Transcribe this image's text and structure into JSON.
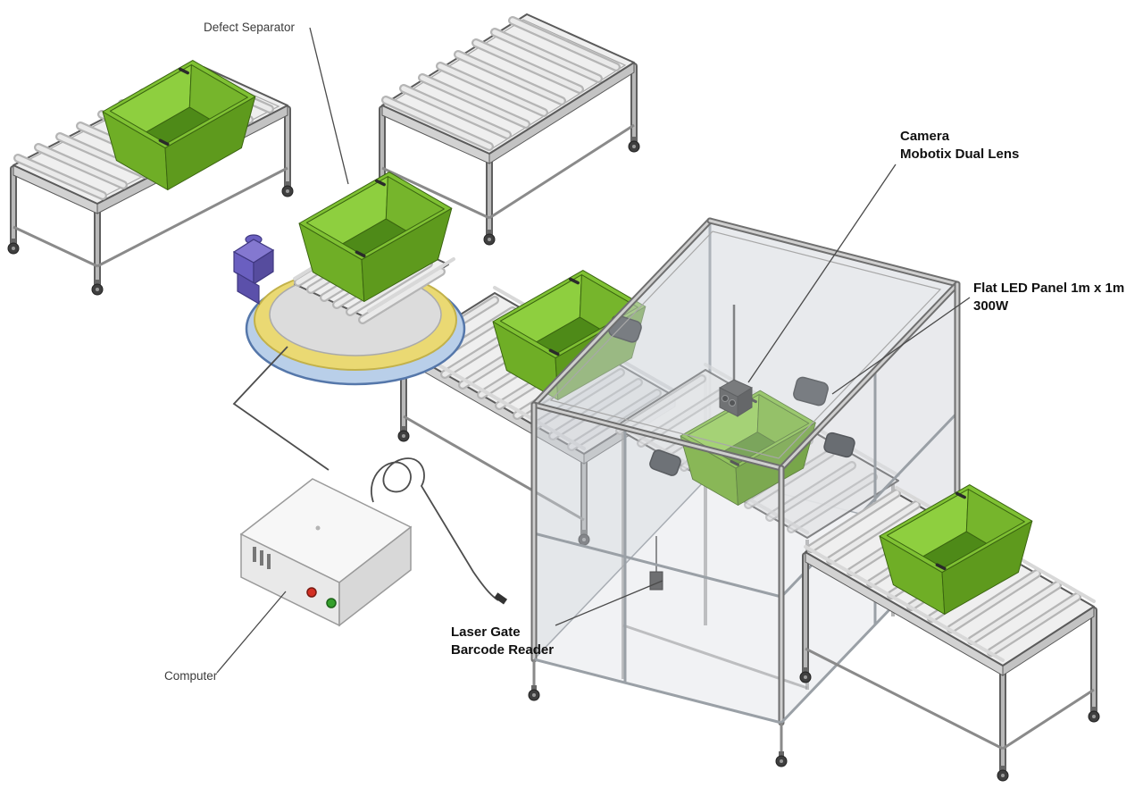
{
  "diagram": {
    "labels": {
      "defect_separator": "Defect Separator",
      "camera_line1": "Camera",
      "camera_line2": "Mobotix Dual Lens",
      "led_panel_line1": "Flat LED Panel 1m x 1m",
      "led_panel_line2": "300W",
      "laser_gate_line1": "Laser Gate",
      "laser_gate_line2": "Barcode Reader",
      "computer": "Computer"
    },
    "colors": {
      "bin_green": "#6fae26",
      "bin_rim_green": "#7fc133",
      "turntable_blue": "#b9cfe9",
      "turntable_yellow": "#ead973",
      "roller_gray": "#d9d9d9",
      "frame_gray": "#8f8f8f",
      "enclosure_panel_gray": "#cdd2d8",
      "computer_body": "#f0f0f0",
      "power_button_red": "#d32f23",
      "power_button_green": "#35a02c",
      "motor_purple": "#6a5fc0"
    }
  }
}
